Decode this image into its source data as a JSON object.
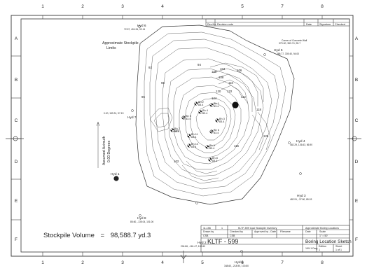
{
  "border": {
    "cols_top": [
      "1",
      "2",
      "3",
      "4",
      "5",
      "6",
      "7",
      "8"
    ],
    "cols_bottom": [
      "1",
      "2",
      "3",
      "4",
      "5",
      "6",
      "7",
      "8"
    ],
    "rows": [
      "A",
      "B",
      "C",
      "D",
      "E",
      "F"
    ]
  },
  "revision_block": {
    "rev_label": "Rev.No",
    "notes_label": "Revision note",
    "date_label": "Date",
    "signature_label": "Signature",
    "checked_label": "Checked"
  },
  "annotations": {
    "stockpile_limits_line1": "Approximate Stockpile",
    "stockpile_limits_line2": "Limits",
    "azimuth_line1": "Assumed Azimuth",
    "azimuth_line2": "0.00 Degrees",
    "corner_note_line1": "Corner of Concrete Wall",
    "corner_note_line2": "379.00, 353.74, 95.7"
  },
  "hydrants": [
    {
      "id": "hyd-1",
      "label": "Hyd 1"
    },
    {
      "id": "hyd-2",
      "label": "Hyd 2",
      "coords": "204.86, -161.47, 102.60"
    },
    {
      "id": "hyd-3",
      "label": "Hyd 3",
      "coords": "482.91, -37.80, 85.03"
    },
    {
      "id": "hyd-4",
      "label": "Hyd 4",
      "coords": "482.29, 126.63, 86.90"
    },
    {
      "id": "hyd-5",
      "label": "Hyd 5",
      "coords": "386.77, 339.40, 94.00"
    },
    {
      "id": "hyd-6",
      "label": "Hyd 6",
      "coords": "72.57, 404.34, 92.14"
    },
    {
      "id": "hyd-7",
      "label": "Hyd 7",
      "coords": "0.00, 159.31, 97.19"
    },
    {
      "id": "hyd-8",
      "label": "Hyd 8",
      "coords": "85.60, -135.04, 101.06"
    },
    {
      "id": "hyd-9",
      "label": "Hyd 9",
      "coords": "348.60, -218.90, 100.80"
    }
  ],
  "borings": [
    {
      "id": "bh-1",
      "label": "Bh 1",
      "elev": "83.4"
    },
    {
      "id": "bh-2",
      "label": "Bh 2",
      "elev": "83.4"
    },
    {
      "id": "bh-3",
      "label": "Bh 3",
      "elev": "83.4"
    },
    {
      "id": "bh-4",
      "label": "Bh 4",
      "elev": "83.4"
    },
    {
      "id": "bh-5",
      "label": "Bh 5",
      "elev": "83.4"
    },
    {
      "id": "bh-6",
      "label": "Bh 6",
      "elev": "83.4"
    },
    {
      "id": "bh-7",
      "label": "Bh 7",
      "elev": "83.4"
    },
    {
      "id": "bh-8",
      "label": "Bh 8",
      "elev": "83.4"
    },
    {
      "id": "bh-9",
      "label": "Bh 9",
      "elev": "83.4"
    },
    {
      "id": "bh-10",
      "label": "Bh 10",
      "elev": "83.4"
    },
    {
      "id": "bh-11",
      "label": "Bh 11",
      "elev": "83.4"
    }
  ],
  "contours": [
    "92",
    "94",
    "96",
    "98",
    "100",
    "102",
    "104",
    "106",
    "108",
    "110",
    "112",
    "114",
    "116",
    "118",
    "120",
    "122",
    "124",
    "126"
  ],
  "volume": {
    "label": "Stockpile Volume",
    "equals": "=",
    "value": "98,588.7 yd.3"
  },
  "title_block": {
    "ref": "11-156",
    "rev": "1",
    "project": "KLTF-599 Coal Stockpile Inventory",
    "plan_title": "Approximate Boring Locations",
    "drawn_label": "Drawn by",
    "drawn_value": "CSB",
    "checked_label": "Checked by",
    "checked_value": "CSB",
    "approved_label": "Approved by - Date",
    "filename_label": "Filename",
    "date_label": "Date",
    "scale_label": "Scale",
    "scale_value": "1\" = 50'",
    "kltf": "KLTF - 599",
    "sketch_title": "Boring Location Sketch",
    "filename_value": "199-1.Dwg",
    "edition_label": "Edition",
    "edition_value": "1",
    "sheet_label": "Sheet",
    "sheet_value": "1 of 1"
  }
}
